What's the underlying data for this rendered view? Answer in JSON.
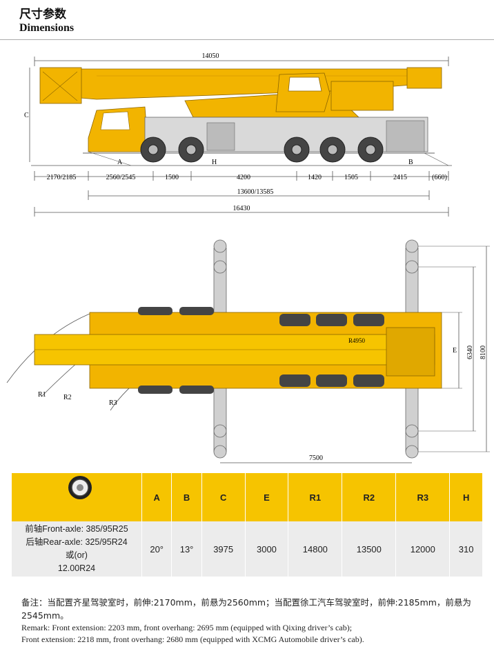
{
  "header": {
    "title_zh": "尺寸参数",
    "title_en": "Dimensions"
  },
  "side_view": {
    "dims": {
      "overall_top": "14050",
      "c": "C",
      "a": "A",
      "b": "B",
      "h": "H",
      "front_ext": "2170/2185",
      "front_overhang": "2560/2545",
      "axle1": "1500",
      "axle2": "4200",
      "axle3": "1420",
      "axle4": "1505",
      "rear": "2415",
      "rear_ext": "(660)",
      "length_mid": "13600/13585",
      "length_total": "16430"
    }
  },
  "top_view": {
    "dims": {
      "r1": "R1",
      "r2": "R2",
      "r3": "R3",
      "e": "E",
      "w1": "6340",
      "w2": "8100",
      "span": "7500",
      "radius": "R4950"
    }
  },
  "table": {
    "headers": [
      "A",
      "B",
      "C",
      "E",
      "R1",
      "R2",
      "R3",
      "H"
    ],
    "tire_lines": [
      "前轴Front-axle: 385/95R25",
      "后轴Rear-axle: 325/95R24",
      "或(or)",
      "12.00R24"
    ],
    "values": [
      "20°",
      "13°",
      "3975",
      "3000",
      "14800",
      "13500",
      "12000",
      "310"
    ]
  },
  "notes": {
    "cn": "备注：当配置齐星驾驶室时，前伸:2170mm，前悬为2560mm；当配置徐工汽车驾驶室时，前伸:2185mm，前悬为2545mm。",
    "en1": "Remark: Front extension: 2203 mm, front overhang: 2695 mm (equipped with Qixing driver’s cab);",
    "en2": "Front extension: 2218 mm, front overhang: 2680 mm (equipped with XCMG Automobile driver’s cab)."
  },
  "colors": {
    "crane_yellow": "#f2b400",
    "crane_dark": "#b78300",
    "table_header": "#f6c400",
    "table_body": "#ececec"
  }
}
